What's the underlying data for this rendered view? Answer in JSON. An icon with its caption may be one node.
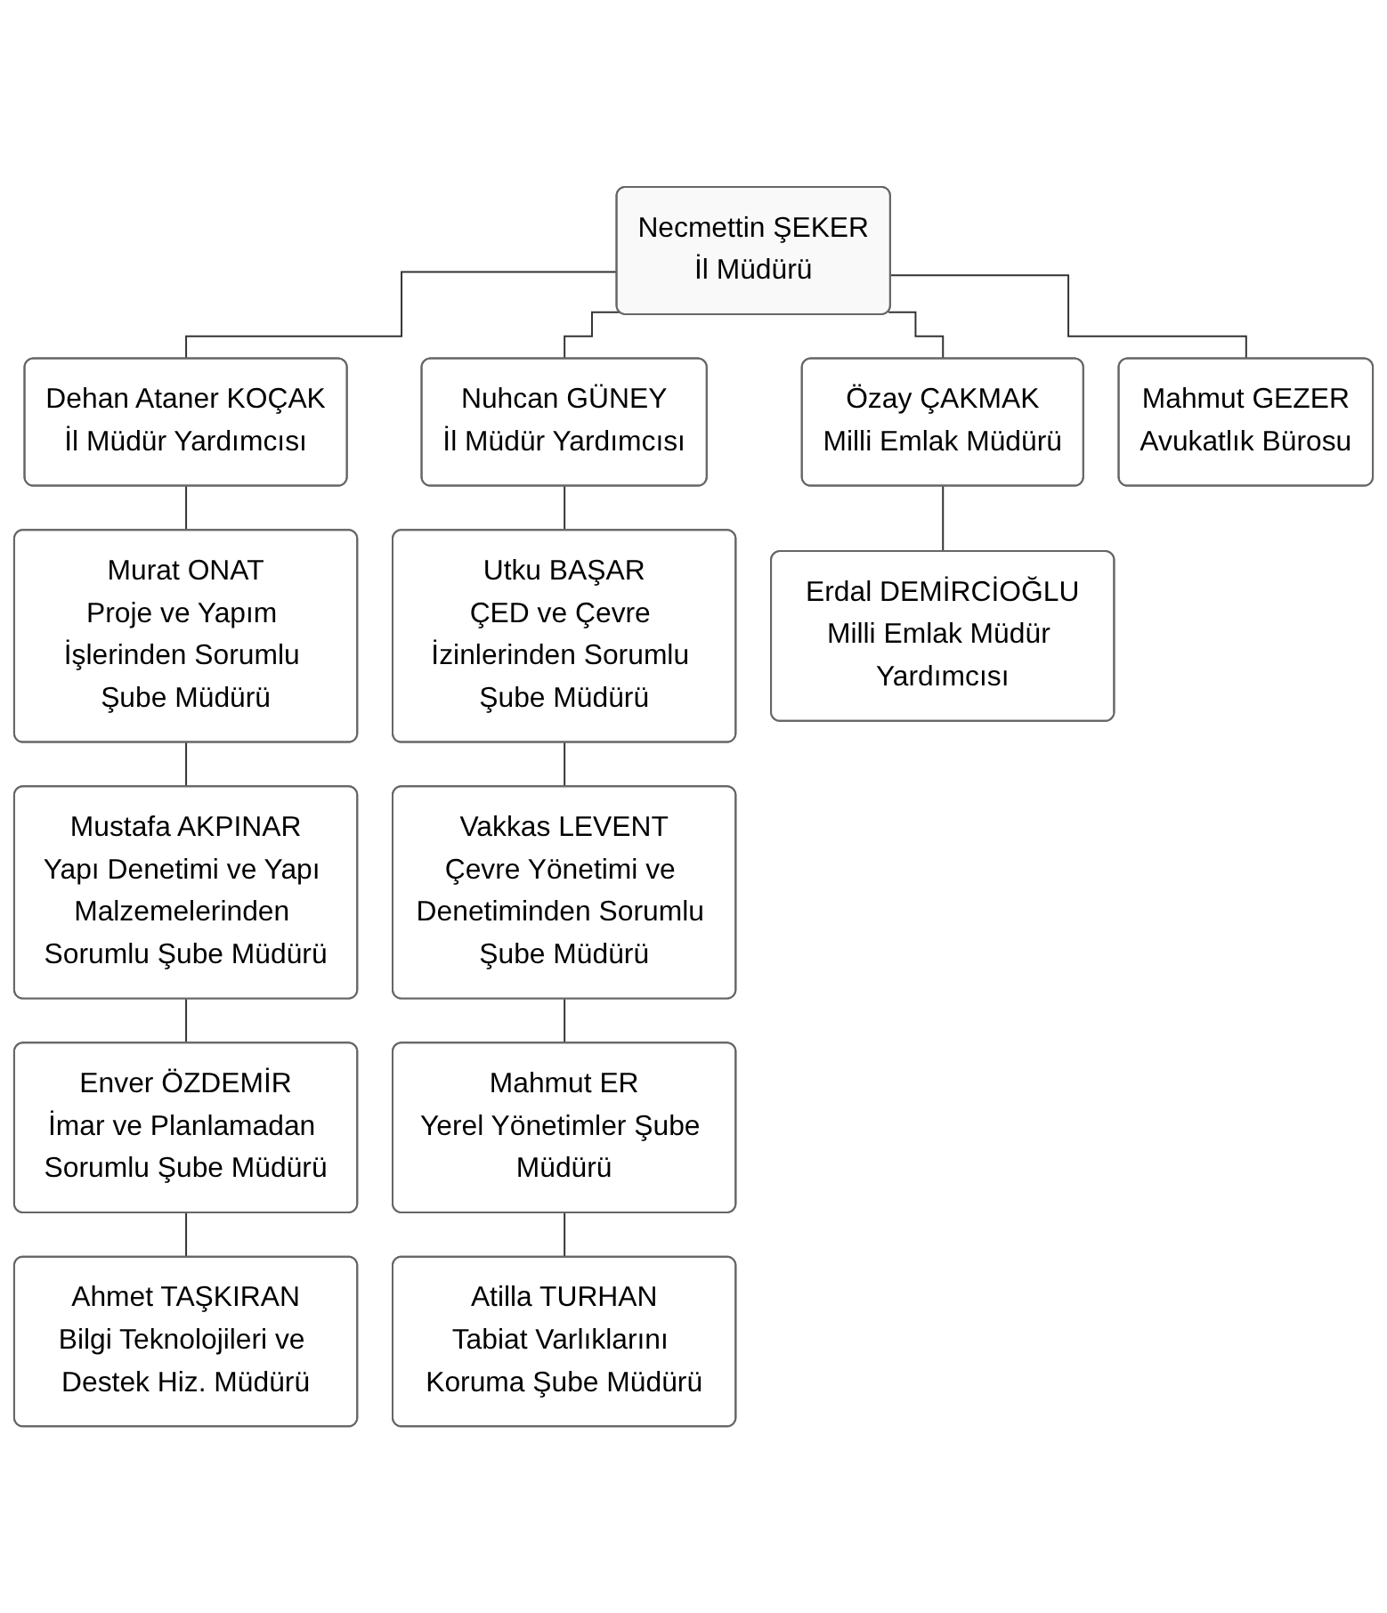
{
  "diagram": {
    "nodes": [
      {
        "text": [
          "Necmettin ŞEKER",
          "İl Müdürü"
        ]
      },
      {
        "text": [
          "Dehan Ataner KOÇAK",
          "İl Müdür Yardımcısı"
        ]
      },
      {
        "text": [
          "Nuhcan GÜNEY",
          "İl Müdür Yardımcısı"
        ]
      },
      {
        "text": [
          "Özay ÇAKMAK",
          "Milli Emlak Müdürü"
        ]
      },
      {
        "text": [
          "Mahmut GEZER",
          "Avukatlık Bürosu"
        ]
      },
      {
        "text": [
          "Murat ONAT",
          "Proje ve Yapım İşlerinden Sorumlu Şube Müdürü"
        ]
      },
      {
        "text": [
          "Utku BAŞAR",
          "ÇED ve Çevre İzinlerinden Sorumlu Şube Müdürü"
        ]
      },
      {
        "text": [
          "Erdal DEMİRCİOĞLU",
          "Milli Emlak Müdür Yardımcısı"
        ]
      },
      {
        "text": [
          "Mustafa AKPINAR",
          "Yapı Denetimi ve Yapı Malzemelerinden Sorumlu Şube Müdürü"
        ]
      },
      {
        "text": [
          "Vakkas LEVENT",
          "Çevre Yönetimi ve Denetiminden Sorumlu Şube Müdürü"
        ]
      },
      {
        "text": [
          "Enver ÖZDEMİR",
          "İmar ve Planlamadan Sorumlu Şube Müdürü"
        ]
      },
      {
        "text": [
          "Mahmut ER",
          "Yerel Yönetimler Şube Müdürü"
        ]
      },
      {
        "text": [
          "Ahmet TAŞKIRAN",
          "Bilgi Teknolojileri ve Destek Hiz. Müdürü"
        ]
      },
      {
        "text": [
          "Atilla TURHAN",
          "Tabiat Varlıklarını Koruma Şube Müdürü"
        ]
      }
    ],
    "edges": [
      {
        "from": 0,
        "to": 1,
        "arrow": "none"
      },
      {
        "from": 0,
        "to": 2,
        "arrow": "none"
      },
      {
        "from": 0,
        "to": 3,
        "arrow": "none"
      },
      {
        "from": 0,
        "to": 4,
        "arrow": "none"
      },
      {
        "from": 1,
        "to": 5,
        "arrow": "none"
      },
      {
        "from": 5,
        "to": 8,
        "arrow": "none"
      },
      {
        "from": 8,
        "to": 10,
        "arrow": "none"
      },
      {
        "from": 10,
        "to": 12,
        "arrow": "none"
      },
      {
        "from": 2,
        "to": 6,
        "arrow": "none"
      },
      {
        "from": 6,
        "to": 9,
        "arrow": "none"
      },
      {
        "from": 9,
        "to": 11,
        "arrow": "none"
      },
      {
        "from": 11,
        "to": 13,
        "arrow": "none"
      },
      {
        "from": 3,
        "to": 7,
        "arrow": "none"
      }
    ]
  }
}
